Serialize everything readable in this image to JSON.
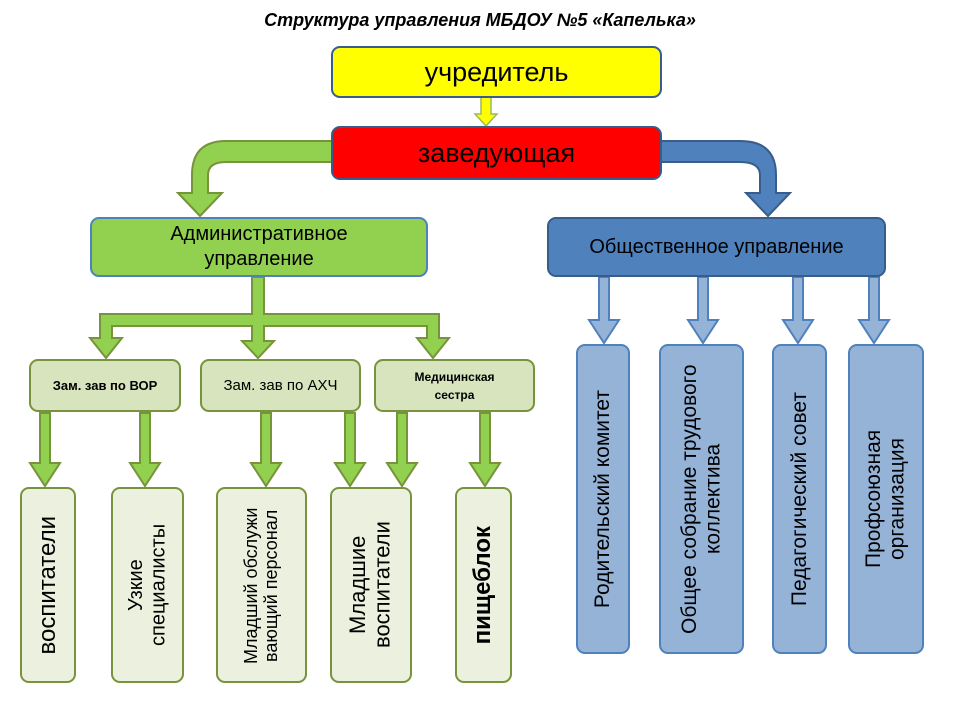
{
  "title": "Структура управления МБДОУ №5 «Капелька»",
  "founder": "учредитель",
  "head": "заведующая",
  "admin": "Административное управление",
  "public": "Общественное управление",
  "deputies": [
    "Зам. зав по ВОР",
    "Зам. зав по АХЧ",
    "Медицинская сестра"
  ],
  "admin_staff": [
    "воспитатели",
    "Узкие специалисты",
    "Младший обслуживающий персонал",
    "Младшие воспитатели",
    "пищеблок"
  ],
  "public_bodies": [
    "Родительский комитет",
    "Общее собрание трудового коллектива",
    "Педагогический совет",
    "Профсоюзная организация"
  ],
  "colors": {
    "founder": "#ffff00",
    "head": "#ff0000",
    "admin": "#92d050",
    "public": "#4f81bd",
    "admin_leaf": "#d7e4bd",
    "public_leaf": "#95b3d7"
  }
}
